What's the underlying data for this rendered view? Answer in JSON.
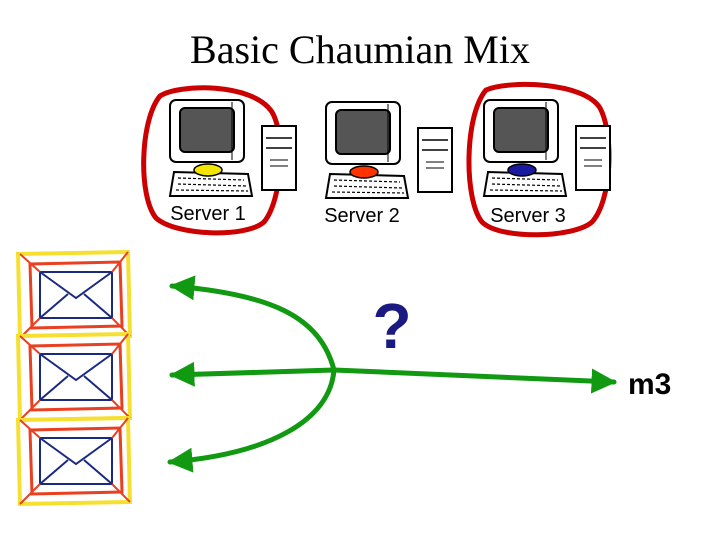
{
  "title": "Basic Chaumian Mix",
  "servers": [
    {
      "label": "Server 1",
      "accent": "#f2e600",
      "circled": true,
      "icon": "computer-icon"
    },
    {
      "label": "Server 2",
      "accent": "#ff3300",
      "circled": false,
      "icon": "computer-icon"
    },
    {
      "label": "Server 3",
      "accent": "#1a1aa0",
      "circled": true,
      "icon": "computer-icon"
    }
  ],
  "mystery_mark": "?",
  "output_message": "m3",
  "messages": [
    {
      "icon": "envelope-icon"
    },
    {
      "icon": "envelope-icon"
    },
    {
      "icon": "envelope-icon"
    }
  ],
  "colors": {
    "circle": "#cc0000",
    "arrow": "#119911",
    "mark": "#1a1a80",
    "envelope_border": "#e84020",
    "envelope_frame": "#f5e030",
    "envelope_line": "#1a2a80"
  }
}
